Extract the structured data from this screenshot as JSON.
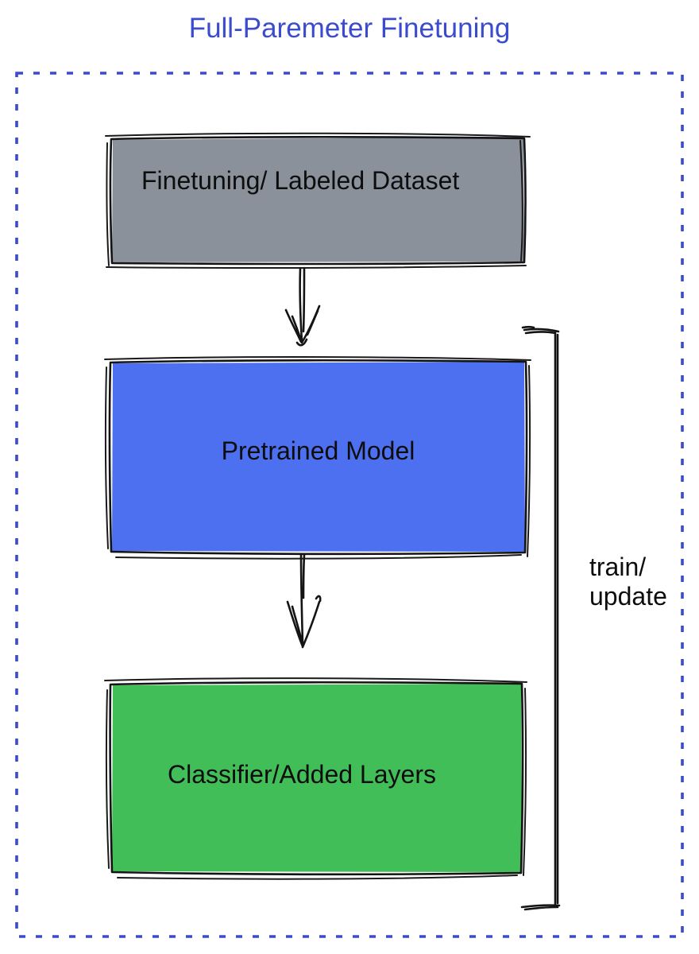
{
  "title": {
    "text": "Full-Paremeter Finetuning",
    "color": "#3B4BCE"
  },
  "frame": {
    "border_color": "#3B4BCE"
  },
  "boxes": [
    {
      "name": "finetuning-dataset",
      "label": "Finetuning/ Labeled Dataset",
      "fill": "#8A919B"
    },
    {
      "name": "pretrained-model",
      "label": "Pretrained Model",
      "fill": "#4C70EF"
    },
    {
      "name": "classifier-layers",
      "label": "Classifier/Added Layers",
      "fill": "#42BE59"
    }
  ],
  "bracket": {
    "label": [
      "train/",
      "update"
    ]
  }
}
